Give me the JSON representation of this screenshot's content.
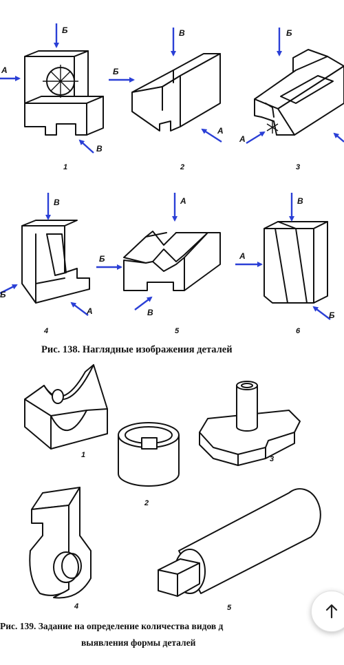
{
  "figure138": {
    "caption": "Рис. 138. Наглядные изображения деталей",
    "parts": [
      {
        "number": "1",
        "arrows": [
          "Б",
          "А",
          "В"
        ]
      },
      {
        "number": "2",
        "arrows": [
          "В",
          "Б",
          "А"
        ]
      },
      {
        "number": "3",
        "arrows": [
          "Б",
          "А"
        ]
      },
      {
        "number": "4",
        "arrows": [
          "В",
          "Б",
          "А"
        ]
      },
      {
        "number": "5",
        "arrows": [
          "А",
          "Б",
          "В"
        ]
      },
      {
        "number": "6",
        "arrows": [
          "В",
          "А",
          "Б"
        ]
      }
    ]
  },
  "figure139": {
    "caption_line1": "Рис. 139. Задание на определение количества видов д",
    "caption_line2": "выявления формы деталей",
    "parts": [
      {
        "number": "1"
      },
      {
        "number": "2"
      },
      {
        "number": "3"
      },
      {
        "number": "4"
      },
      {
        "number": "5"
      }
    ]
  },
  "colors": {
    "arrow": "#2a3fd6",
    "line": "#111111"
  },
  "scroll_top_button": {
    "icon": "arrow-up-icon"
  }
}
